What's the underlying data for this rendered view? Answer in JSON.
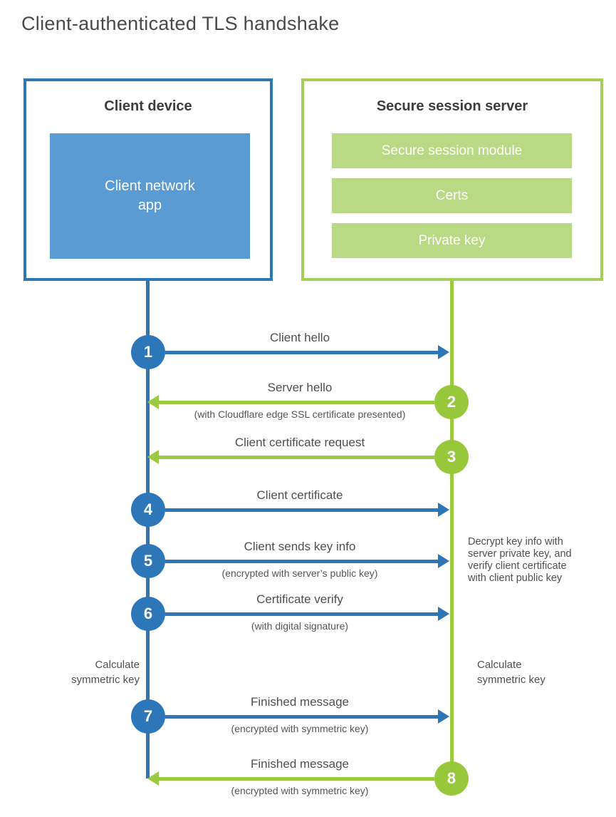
{
  "title": "Client-authenticated TLS handshake",
  "colors": {
    "client_blue": "#2d77b8",
    "client_box_border": "#2e77b5",
    "client_app_fill": "#5b9bd3",
    "server_green": "#9cc93f",
    "server_circle_green": "#97c83c",
    "server_box_border": "#a6cf5a",
    "server_bar_fill": "#b9d985",
    "heading_text": "#3d3d3d",
    "label_text": "#4f4f4f"
  },
  "client_box": {
    "title": "Client device",
    "app_label": "Client network\napp"
  },
  "server_box": {
    "title": "Secure session server",
    "modules": [
      "Secure session module",
      "Certs",
      "Private key"
    ]
  },
  "flow": {
    "rows": [
      {
        "number": "1",
        "direction": "client-to-server",
        "label": "Client hello",
        "sublabel": ""
      },
      {
        "number": "2",
        "direction": "server-to-client",
        "label": "Server hello",
        "sublabel": "(with Cloudflare edge SSL certificate presented)"
      },
      {
        "number": "3",
        "direction": "server-to-client",
        "label": "Client certificate request",
        "sublabel": ""
      },
      {
        "number": "4",
        "direction": "client-to-server",
        "label": "Client certificate",
        "sublabel": ""
      },
      {
        "number": "5",
        "direction": "client-to-server",
        "label": "Client sends key info",
        "sublabel": "(encrypted with server’s public key)"
      },
      {
        "number": "6",
        "direction": "client-to-server",
        "label": "Certificate verify",
        "sublabel": "(with digital signature)"
      },
      {
        "number": "7",
        "direction": "client-to-server",
        "label": "Finished message",
        "sublabel": "(encrypted with symmetric key)"
      },
      {
        "number": "8",
        "direction": "server-to-client",
        "label": "Finished message",
        "sublabel": "(encrypted with symmetric key)"
      }
    ]
  },
  "annotations": {
    "server_note_lines": [
      "Decrypt key info with",
      "server private key, and",
      "verify client certificate",
      "with client public key"
    ],
    "client_calc": "Calculate\nsymmetric key",
    "server_calc": "Calculate\nsymmetric key"
  }
}
